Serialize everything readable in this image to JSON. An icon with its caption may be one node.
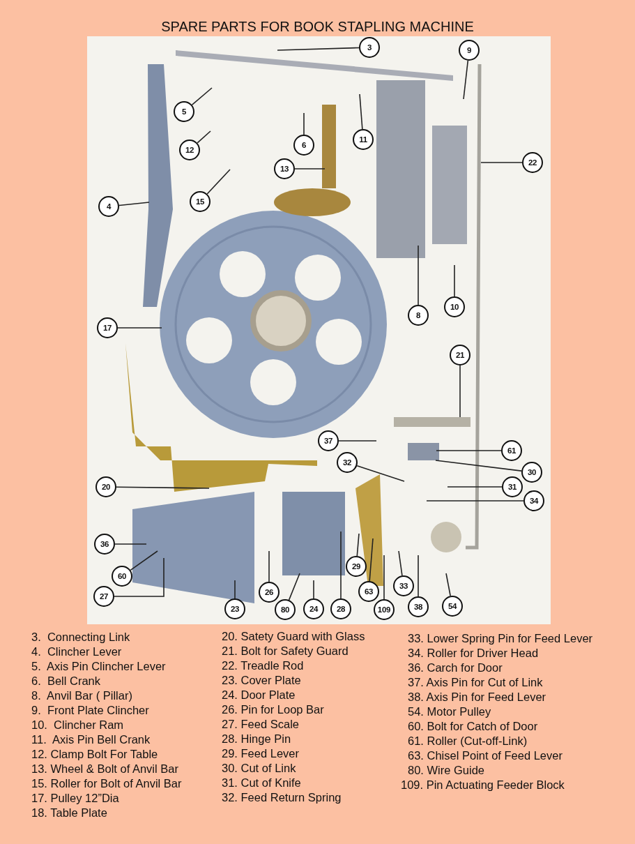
{
  "diagram": {
    "title": "SPARE PARTS FOR BOOK STAPLING MACHINE",
    "nodes": [
      {
        "text": [
          "3"
        ]
      },
      {
        "text": [
          "9"
        ]
      },
      {
        "text": [
          "5"
        ]
      },
      {
        "text": [
          "11"
        ]
      },
      {
        "text": [
          "6"
        ]
      },
      {
        "text": [
          "12"
        ]
      },
      {
        "text": [
          "22"
        ]
      },
      {
        "text": [
          "13"
        ]
      },
      {
        "text": [
          "15"
        ]
      },
      {
        "text": [
          "4"
        ]
      },
      {
        "text": [
          "10"
        ]
      },
      {
        "text": [
          "8"
        ]
      },
      {
        "text": [
          "17"
        ]
      },
      {
        "text": [
          "21"
        ]
      },
      {
        "text": [
          "37"
        ]
      },
      {
        "text": [
          "61"
        ]
      },
      {
        "text": [
          "32"
        ]
      },
      {
        "text": [
          "30"
        ]
      },
      {
        "text": [
          "20"
        ]
      },
      {
        "text": [
          "31"
        ]
      },
      {
        "text": [
          "34"
        ]
      },
      {
        "text": [
          "36"
        ]
      },
      {
        "text": [
          "29"
        ]
      },
      {
        "text": [
          "60"
        ]
      },
      {
        "text": [
          "63"
        ]
      },
      {
        "text": [
          "33"
        ]
      },
      {
        "text": [
          "26"
        ]
      },
      {
        "text": [
          "27"
        ]
      },
      {
        "text": [
          "23"
        ]
      },
      {
        "text": [
          "80"
        ]
      },
      {
        "text": [
          "24"
        ]
      },
      {
        "text": [
          "28"
        ]
      },
      {
        "text": [
          "109"
        ]
      },
      {
        "text": [
          "38"
        ]
      },
      {
        "text": [
          "54"
        ]
      }
    ],
    "edges": [
      {
        "from": 0,
        "to": null,
        "arrow": "none"
      },
      {
        "from": 1,
        "to": null,
        "arrow": "none"
      },
      {
        "from": 2,
        "to": null,
        "arrow": "none"
      },
      {
        "from": 3,
        "to": null,
        "arrow": "none"
      },
      {
        "from": 4,
        "to": null,
        "arrow": "none"
      },
      {
        "from": 5,
        "to": null,
        "arrow": "none"
      },
      {
        "from": 6,
        "to": null,
        "arrow": "none"
      },
      {
        "from": 7,
        "to": null,
        "arrow": "none"
      },
      {
        "from": 8,
        "to": null,
        "arrow": "none"
      },
      {
        "from": 9,
        "to": null,
        "arrow": "none"
      },
      {
        "from": 10,
        "to": null,
        "arrow": "none"
      },
      {
        "from": 11,
        "to": null,
        "arrow": "none"
      },
      {
        "from": 12,
        "to": null,
        "arrow": "none"
      },
      {
        "from": 13,
        "to": null,
        "arrow": "none"
      },
      {
        "from": 14,
        "to": null,
        "arrow": "none"
      },
      {
        "from": 15,
        "to": null,
        "arrow": "none"
      },
      {
        "from": 16,
        "to": null,
        "arrow": "none"
      },
      {
        "from": 17,
        "to": null,
        "arrow": "none"
      },
      {
        "from": 18,
        "to": null,
        "arrow": "none"
      },
      {
        "from": 19,
        "to": null,
        "arrow": "none"
      },
      {
        "from": 20,
        "to": null,
        "arrow": "none"
      },
      {
        "from": 21,
        "to": null,
        "arrow": "none"
      },
      {
        "from": 22,
        "to": null,
        "arrow": "none"
      },
      {
        "from": 23,
        "to": null,
        "arrow": "none"
      },
      {
        "from": 24,
        "to": null,
        "arrow": "none"
      },
      {
        "from": 25,
        "to": null,
        "arrow": "none"
      },
      {
        "from": 26,
        "to": null,
        "arrow": "none"
      },
      {
        "from": 27,
        "to": null,
        "arrow": "none"
      },
      {
        "from": 28,
        "to": null,
        "arrow": "none"
      },
      {
        "from": 29,
        "to": null,
        "arrow": "none"
      },
      {
        "from": 30,
        "to": null,
        "arrow": "none"
      },
      {
        "from": 31,
        "to": null,
        "arrow": "none"
      },
      {
        "from": 32,
        "to": null,
        "arrow": "none"
      },
      {
        "from": 33,
        "to": null,
        "arrow": "none"
      },
      {
        "from": 34,
        "to": null,
        "arrow": "none"
      }
    ],
    "labels": [
      "3.  Connecting Link",
      "4.  Clincher Lever",
      "5.  Axis Pin Clincher Lever",
      "6.  Bell Crank",
      "8.  Anvil Bar ( Pillar)",
      "9.  Front Plate Clincher",
      "10.  Clincher Ram",
      "11.  Axis Pin Bell Crank",
      "12. Clamp Bolt For Table",
      "13. Wheel & Bolt of Anvil Bar",
      "15. Roller for Bolt of Anvil Bar",
      "17. Pulley 12”Dia",
      "18. Table Plate",
      "20. Satety Guard with Glass",
      "21. Bolt for Safety Guard",
      "22. Treadle Rod",
      "23. Cover Plate",
      "24. Door Plate",
      "26. Pin for Loop Bar",
      "27. Feed Scale",
      "28. Hinge Pin",
      "29. Feed Lever",
      "30. Cut of Link",
      "31. Cut of Knife",
      "32. Feed Return Spring",
      "33. Lower Spring Pin for Feed Lever",
      "34. Roller for Driver Head",
      "36. Carch for Door",
      "37. Axis Pin for Cut of Link",
      "38. Axis Pin for Feed Lever",
      "54. Motor Pulley",
      "60. Bolt for Catch of Door",
      "61. Roller (Cut-off-Link)",
      "63. Chisel Point of Feed Lever",
      "80. Wire Guide",
      "109. Pin Actuating Feeder Block"
    ]
  }
}
